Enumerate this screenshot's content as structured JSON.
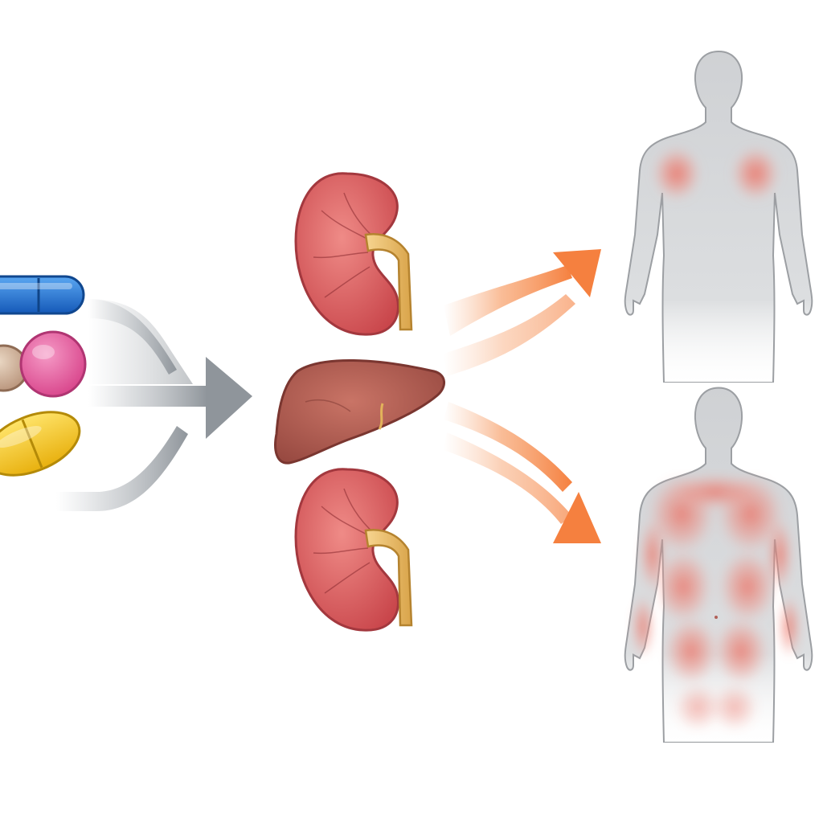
{
  "diagram": {
    "stages": [
      {
        "id": "medications",
        "items": [
          {
            "icon": "capsule-icon",
            "color": "#1e6fd6"
          },
          {
            "icon": "round-tablet-icon",
            "color": "#e0559a"
          },
          {
            "icon": "round-tablet-icon",
            "color": "#c9a98a"
          },
          {
            "icon": "oval-tablet-icon",
            "color": "#f0c419"
          }
        ]
      },
      {
        "id": "organs",
        "items": [
          {
            "icon": "kidney-icon",
            "color": "#d9585c"
          },
          {
            "icon": "liver-icon",
            "color": "#a8524a"
          },
          {
            "icon": "kidney-icon",
            "color": "#d9585c"
          }
        ]
      },
      {
        "id": "body-outcomes",
        "items": [
          {
            "icon": "human-body-icon",
            "pattern": "localized-shoulder-redness",
            "color": "#ec6a5c"
          },
          {
            "icon": "human-body-icon",
            "pattern": "widespread-redness",
            "color": "#ec6a5c"
          }
        ]
      }
    ],
    "connectors": [
      {
        "icon": "merge-arrow-icon",
        "color": "#9aa0a6"
      },
      {
        "icon": "orange-arrow-icon",
        "color": "#f5884a"
      },
      {
        "icon": "orange-arrow-icon",
        "color": "#f5884a"
      }
    ],
    "colors": {
      "background": "#ffffff",
      "silhouette": "#d4d6d9",
      "silhouette_outline": "#9c9fa3",
      "redness": "#ec6a5c",
      "merge_arrow": "#9aa0a6",
      "outcome_arrow": "#f5884a"
    }
  }
}
